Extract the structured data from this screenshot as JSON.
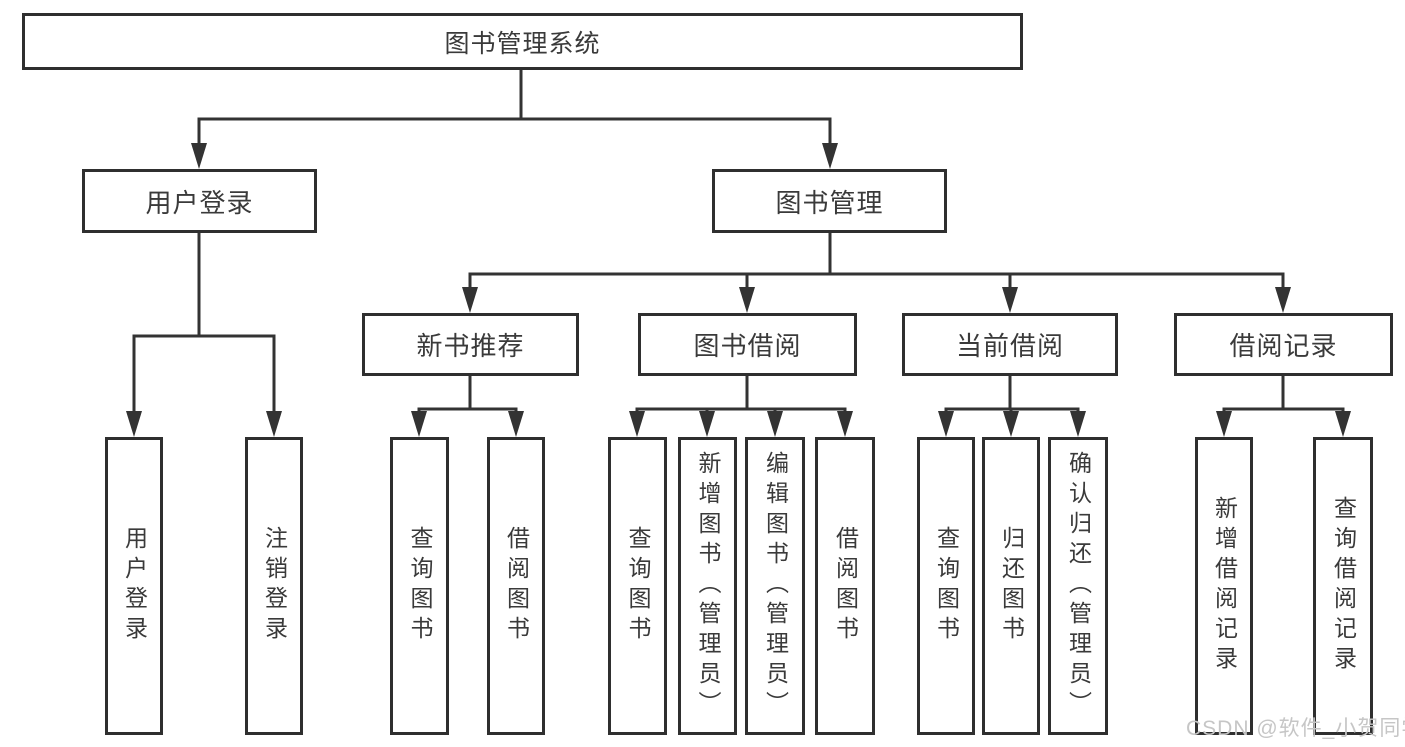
{
  "diagram": {
    "title": "图书管理系统",
    "level2": [
      {
        "label": "用户登录"
      },
      {
        "label": "图书管理"
      }
    ],
    "level3": [
      {
        "label": "新书推荐",
        "parent": "图书管理"
      },
      {
        "label": "图书借阅",
        "parent": "图书管理"
      },
      {
        "label": "当前借阅",
        "parent": "图书管理"
      },
      {
        "label": "借阅记录",
        "parent": "图书管理"
      }
    ],
    "leaves": [
      {
        "label": "用户登录",
        "parent": "用户登录"
      },
      {
        "label": "注销登录",
        "parent": "用户登录"
      },
      {
        "label": "查询图书",
        "parent": "新书推荐"
      },
      {
        "label": "借阅图书",
        "parent": "新书推荐"
      },
      {
        "label": "查询图书",
        "parent": "图书借阅"
      },
      {
        "label": "新增图书（管理员）",
        "parent": "图书借阅"
      },
      {
        "label": "编辑图书（管理员）",
        "parent": "图书借阅"
      },
      {
        "label": "借阅图书",
        "parent": "图书借阅"
      },
      {
        "label": "查询图书",
        "parent": "当前借阅"
      },
      {
        "label": "归还图书",
        "parent": "当前借阅"
      },
      {
        "label": "确认归还（管理员）",
        "parent": "当前借阅"
      },
      {
        "label": "新增借阅记录",
        "parent": "借阅记录"
      },
      {
        "label": "查询借阅记录",
        "parent": "借阅记录"
      }
    ],
    "colors": {
      "line": "#333333",
      "text": "#3a3a3a",
      "box_background": "#ffffff",
      "page_background": "#ffffff"
    }
  },
  "watermark": {
    "text": "CSDN @软件_小贺同学",
    "color": "#c6c6c6"
  }
}
